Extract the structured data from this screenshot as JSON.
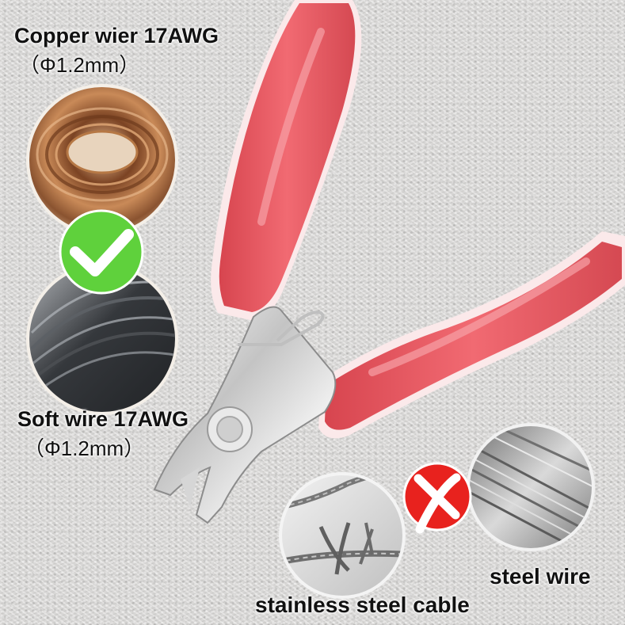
{
  "labels": {
    "copper_name": "Copper wier 17AWG",
    "copper_diameter": "（Φ1.2mm）",
    "soft_name": "Soft wire 17AWG",
    "soft_diameter": "（Φ1.2mm）",
    "steel_wire": "steel wire",
    "stainless_cable": "stainless steel cable"
  },
  "colors": {
    "handle": "#e85a63",
    "check_badge": "#5fd13c",
    "cross_badge": "#e8221e",
    "copper": "#a8683c",
    "soft_wire": "#3b3d40",
    "steel": "#9a9a9a"
  },
  "icons": {
    "suitable": "check-icon",
    "not_suitable": "cross-icon"
  }
}
